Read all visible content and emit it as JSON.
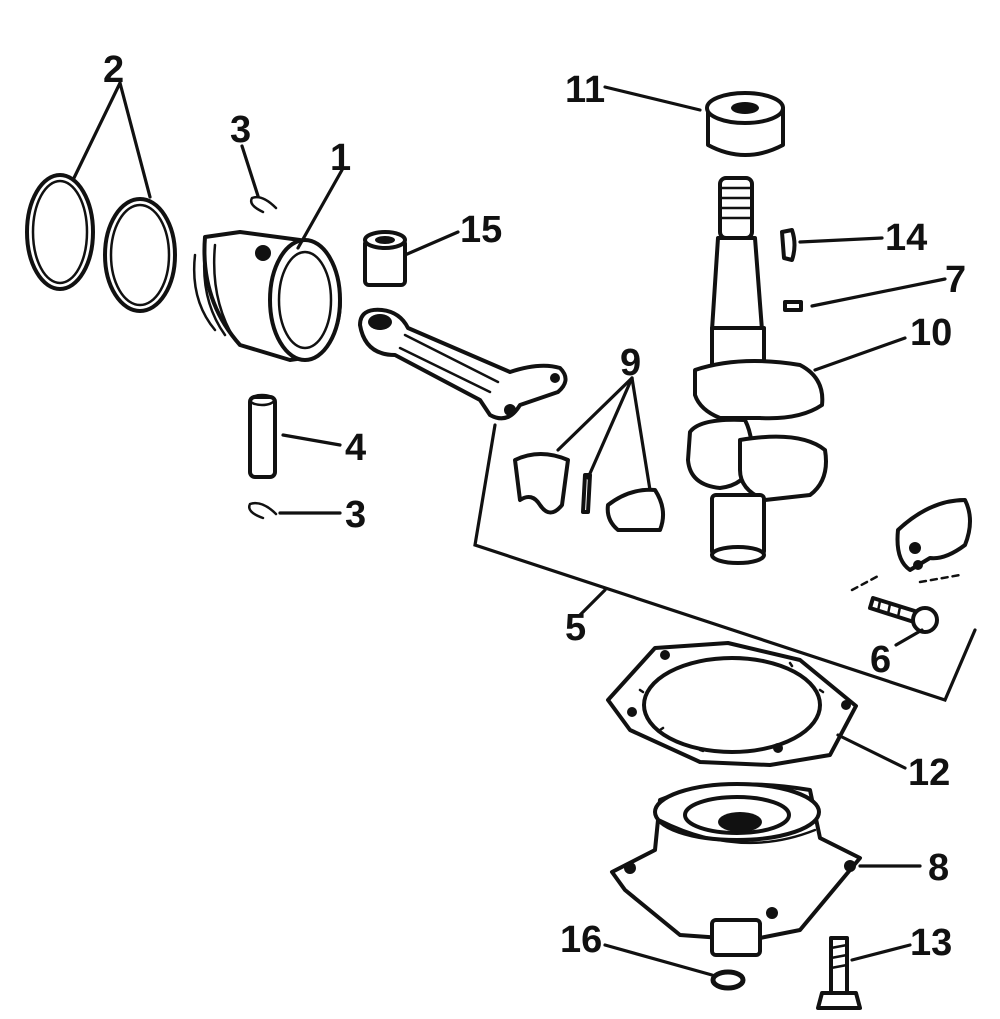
{
  "callouts": {
    "c1": "1",
    "c2": "2",
    "c3_top": "3",
    "c3_bottom": "3",
    "c4": "4",
    "c5": "5",
    "c6": "6",
    "c7": "7",
    "c8": "8",
    "c9": "9",
    "c10": "10",
    "c11": "11",
    "c12": "12",
    "c13": "13",
    "c14": "14",
    "c15": "15",
    "c16": "16"
  },
  "colors": {
    "ink": "#111111",
    "paper": "#ffffff"
  }
}
